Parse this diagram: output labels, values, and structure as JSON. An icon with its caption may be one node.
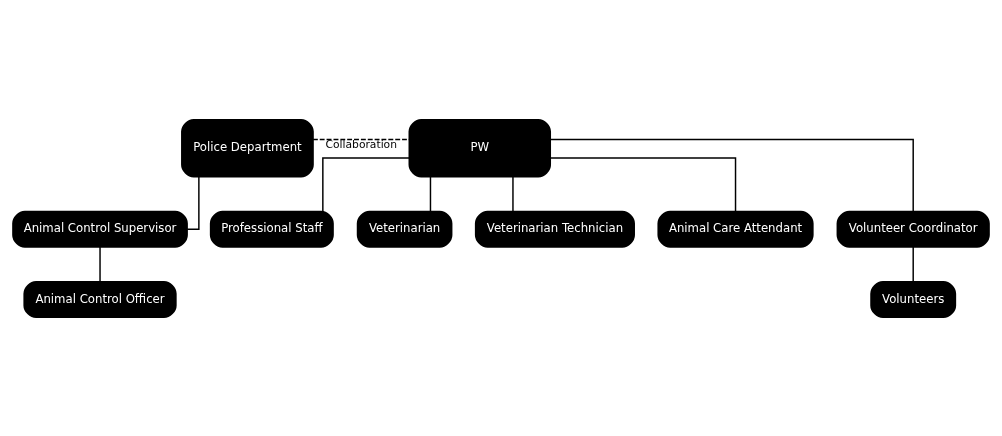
{
  "diagram": {
    "nodes": [
      {
        "text": [
          "Police Department"
        ]
      },
      {
        "text": [
          "PW"
        ]
      },
      {
        "text": [
          "Animal Control Supervisor"
        ]
      },
      {
        "text": [
          "Professional Staff"
        ]
      },
      {
        "text": [
          "Animal Control Officer"
        ]
      },
      {
        "text": [
          "Veterinarian"
        ]
      },
      {
        "text": [
          "Veterinarian Technician"
        ]
      },
      {
        "text": [
          "Animal Care Attendant"
        ]
      },
      {
        "text": [
          "Volunteer Coordinator"
        ]
      },
      {
        "text": [
          "Volunteers"
        ]
      }
    ],
    "edges": [
      {
        "from": 0,
        "to": 1,
        "arrow": "none",
        "label": "Collaboration",
        "style": "dashed"
      },
      {
        "from": 0,
        "to": 2,
        "arrow": "none"
      },
      {
        "from": 2,
        "to": 4,
        "arrow": "none"
      },
      {
        "from": 1,
        "to": 3,
        "arrow": "none"
      },
      {
        "from": 1,
        "to": 5,
        "arrow": "none"
      },
      {
        "from": 1,
        "to": 6,
        "arrow": "none"
      },
      {
        "from": 1,
        "to": 7,
        "arrow": "none"
      },
      {
        "from": 1,
        "to": 8,
        "arrow": "none"
      },
      {
        "from": 8,
        "to": 9,
        "arrow": "none"
      }
    ]
  }
}
